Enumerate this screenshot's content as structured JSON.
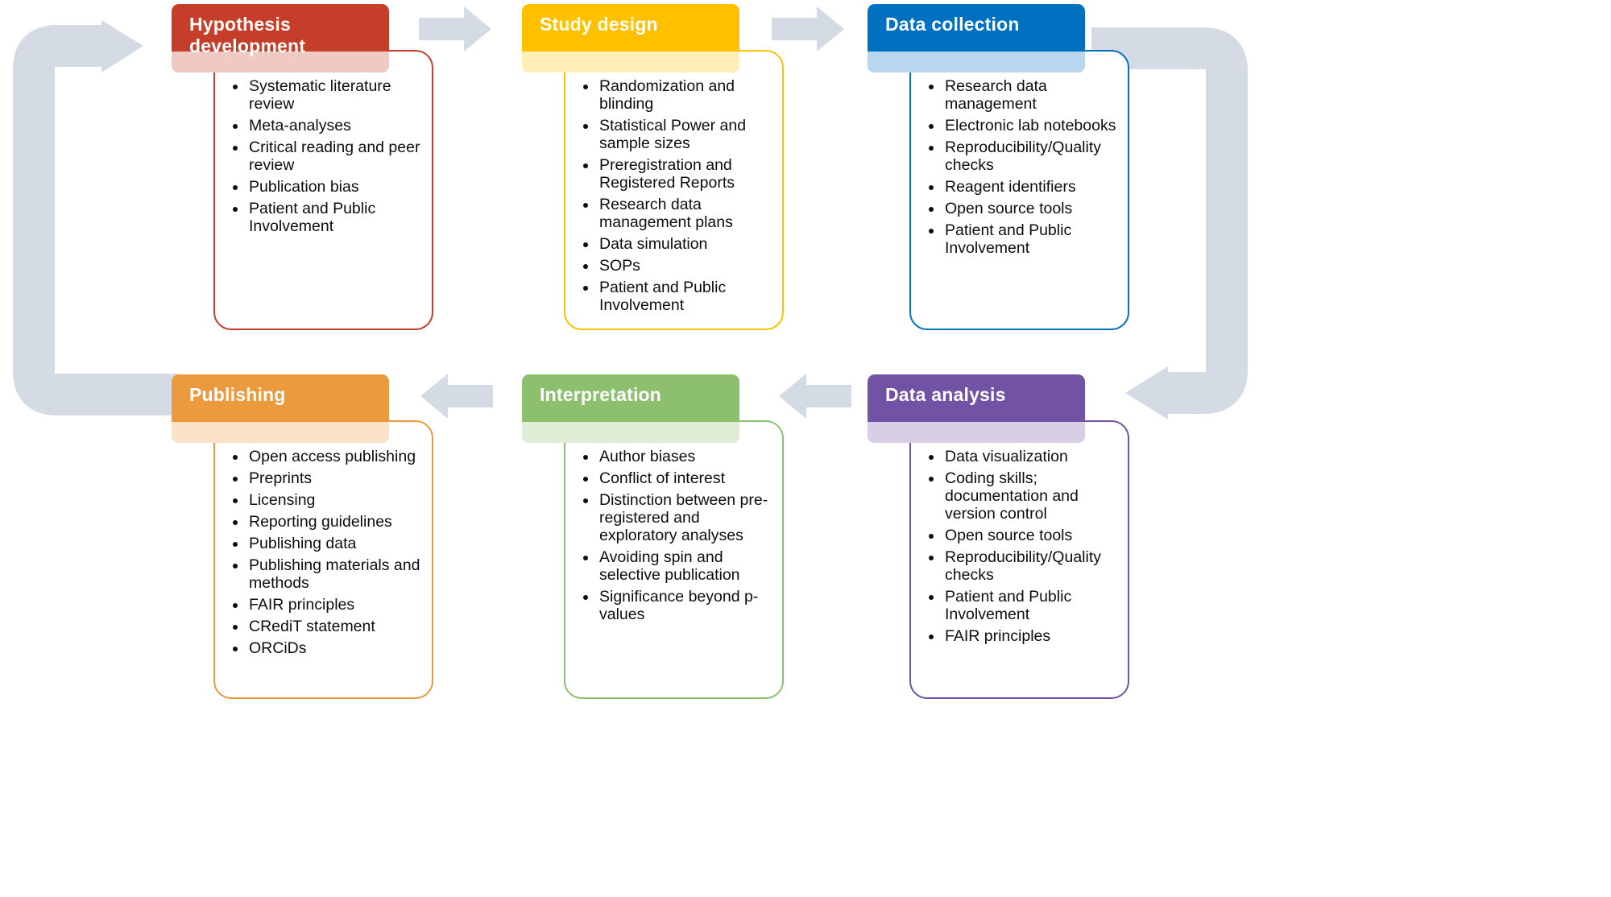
{
  "diagram": {
    "arrow_color": "#d5dbe5",
    "stages": [
      {
        "id": "hypothesis-development",
        "title": "Hypothesis development",
        "color": "#c43e2a",
        "items": [
          "Systematic literature review",
          "Meta-analyses",
          "Critical reading and peer review",
          "Publication bias",
          "Patient and Public Involvement"
        ]
      },
      {
        "id": "study-design",
        "title": "Study design",
        "color": "#ffc000",
        "items": [
          "Randomization and blinding",
          "Statistical Power and sample sizes",
          "Preregistration and Registered Reports",
          "Research data management plans",
          "Data simulation",
          "SOPs",
          "Patient and Public Involvement"
        ]
      },
      {
        "id": "data-collection",
        "title": "Data collection",
        "color": "#0070c0",
        "items": [
          "Research data management",
          "Electronic lab notebooks",
          "Reproducibility/Quality checks",
          "Reagent identifiers",
          "Open source tools",
          "Patient and Public Involvement"
        ]
      },
      {
        "id": "data-analysis",
        "title": "Data analysis",
        "color": "#7252a5",
        "items": [
          "Data visualization",
          "Coding skills; documentation and version control",
          "Open source tools",
          "Reproducibility/Quality checks",
          "Patient and Public Involvement",
          "FAIR principles"
        ]
      },
      {
        "id": "interpretation",
        "title": "Interpretation",
        "color": "#8cbf6e",
        "items": [
          "Author biases",
          "Conflict of interest",
          "Distinction between pre-registered and exploratory analyses",
          "Avoiding spin and selective publication",
          "Significance beyond p-values"
        ]
      },
      {
        "id": "publishing",
        "title": "Publishing",
        "color": "#eb9a3d",
        "items": [
          "Open access publishing",
          "Preprints",
          "Licensing",
          "Reporting guidelines",
          "Publishing data",
          "Publishing materials and methods",
          "FAIR principles",
          "CRediT statement",
          "ORCiDs"
        ]
      }
    ]
  }
}
